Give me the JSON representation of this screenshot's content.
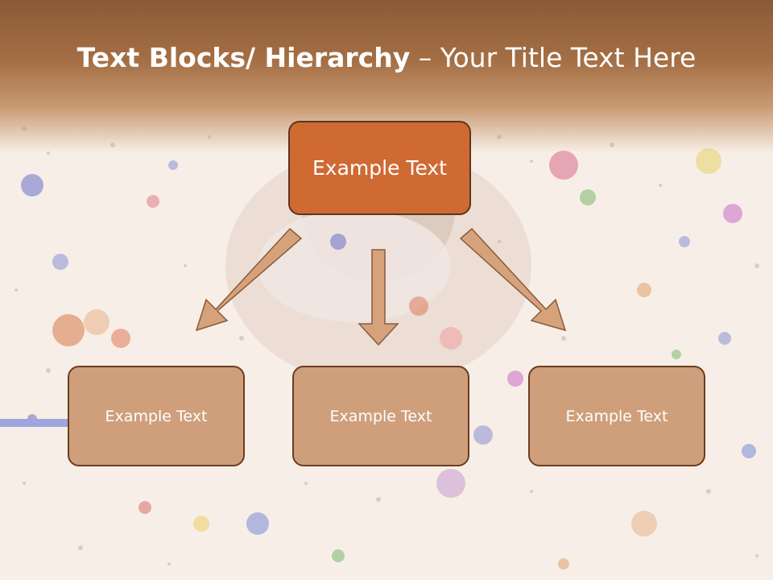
{
  "slide": {
    "title_bold": "Text Blocks/ Hierarchy",
    "title_rest": " – Your Title Text Here"
  },
  "hierarchy": {
    "top": "Example Text",
    "children": [
      "Example Text",
      "Example Text",
      "Example Text"
    ]
  },
  "colors": {
    "header": "#a56f45",
    "top_box": "#cf6a32",
    "child_box": "#cf9f7b",
    "arrow": "#d6a27c"
  }
}
